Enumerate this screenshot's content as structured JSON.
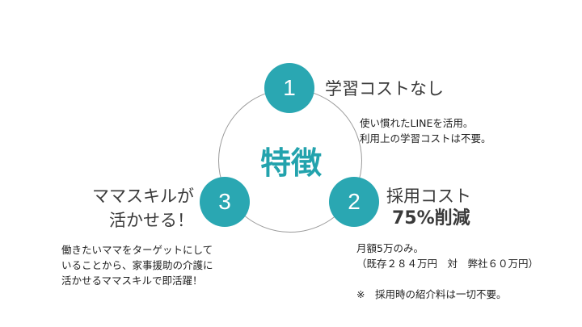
{
  "center_title": "特徴",
  "items": [
    {
      "number": "1",
      "heading": [
        "学習コストなし"
      ],
      "description": [
        "使い慣れたLINEを活用。",
        "利用上の学習コストは不要。"
      ]
    },
    {
      "number": "2",
      "heading": [
        "採用コスト",
        "75%削減"
      ],
      "description": [
        "月額5万のみ。",
        "（既存２８４万円　対　弊社６０万円）",
        "",
        "※　採用時の紹介料は一切不要。"
      ]
    },
    {
      "number": "3",
      "heading": [
        "ママスキルが",
        "活かせる！"
      ],
      "description": [
        "働きたいママをターゲットにして",
        "いることから、家事援助の介護に",
        "活かせるママスキルで即活躍！"
      ]
    }
  ],
  "colors": {
    "accent": "#2aa7b2",
    "ring": "#9a9a9a",
    "text": "#3c3c3c"
  }
}
